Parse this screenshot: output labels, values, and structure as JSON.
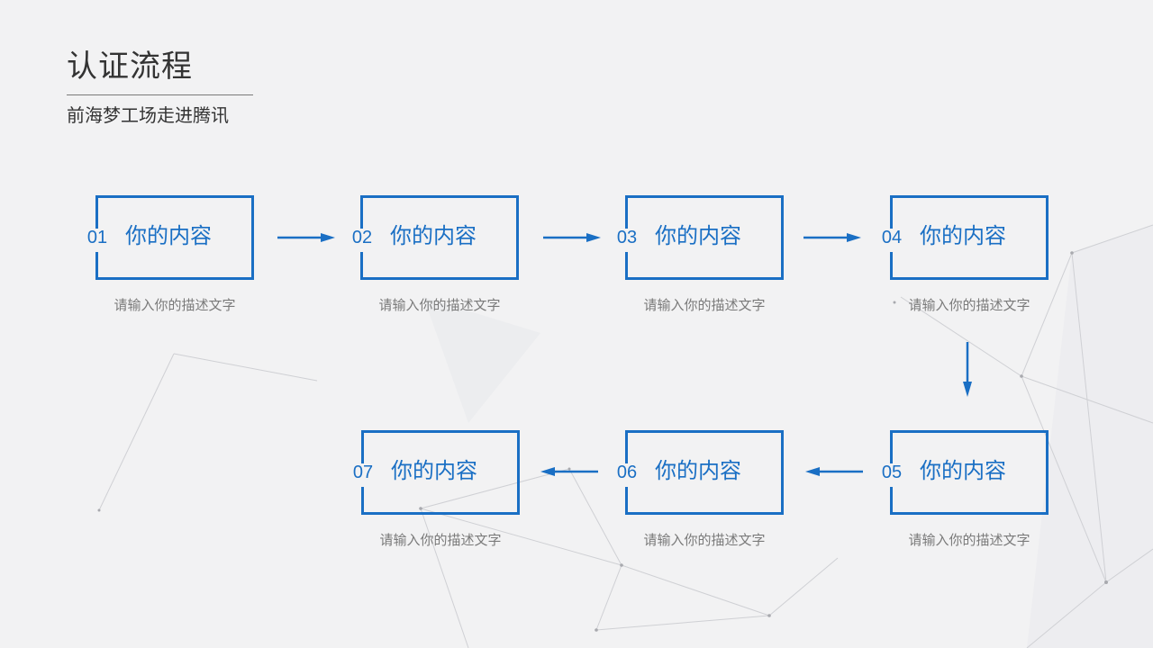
{
  "header": {
    "title": "认证流程",
    "subtitle": "前海梦工场走进腾讯"
  },
  "colors": {
    "accent": "#1a6fc4",
    "background": "#f2f2f3",
    "title_text": "#333333",
    "description_text": "#7a7a7a"
  },
  "steps": [
    {
      "number": "01",
      "label": "你的内容",
      "description": "请输入你的描述文字"
    },
    {
      "number": "02",
      "label": "你的内容",
      "description": "请输入你的描述文字"
    },
    {
      "number": "03",
      "label": "你的内容",
      "description": "请输入你的描述文字"
    },
    {
      "number": "04",
      "label": "你的内容",
      "description": "请输入你的描述文字"
    },
    {
      "number": "05",
      "label": "你的内容",
      "description": "请输入你的描述文字"
    },
    {
      "number": "06",
      "label": "你的内容",
      "description": "请输入你的描述文字"
    },
    {
      "number": "07",
      "label": "你的内容",
      "description": "请输入你的描述文字"
    }
  ],
  "flow": [
    {
      "from": "01",
      "to": "02",
      "direction": "right"
    },
    {
      "from": "02",
      "to": "03",
      "direction": "right"
    },
    {
      "from": "03",
      "to": "04",
      "direction": "right"
    },
    {
      "from": "04",
      "to": "05",
      "direction": "down"
    },
    {
      "from": "05",
      "to": "06",
      "direction": "left"
    },
    {
      "from": "06",
      "to": "07",
      "direction": "left"
    }
  ]
}
